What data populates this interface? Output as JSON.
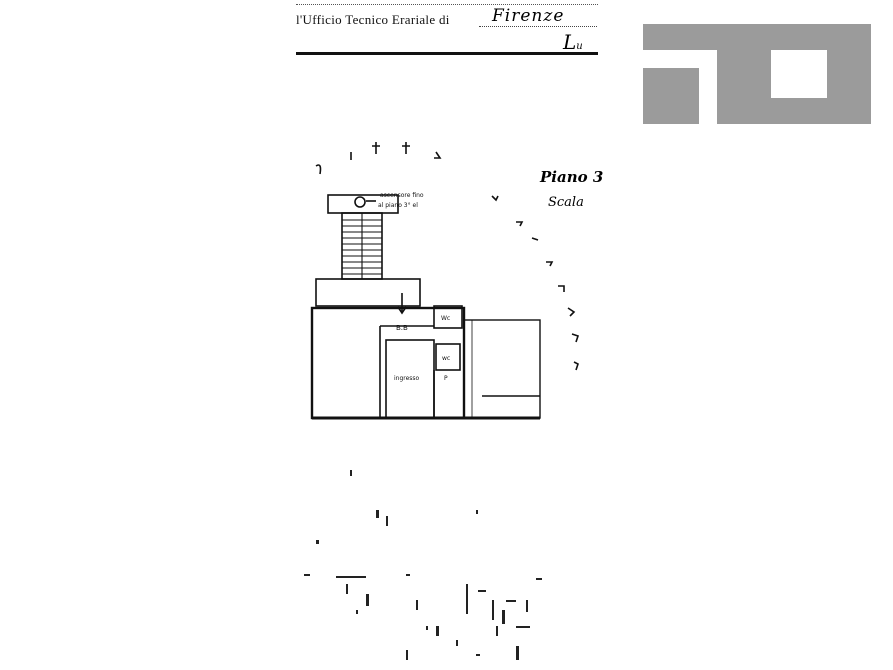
{
  "document": {
    "office_label": "l'Ufficio Tecnico Erariale di",
    "city_handwritten": "Firenze",
    "corner_mark": "L",
    "corner_mark_small": "u",
    "floor_label": "Piano 3",
    "scale_label": "Scala"
  },
  "plan": {
    "stair_note_line1": "ascensore fino",
    "stair_note_line2": "al piano 3° el",
    "room_bath": "B.B",
    "room_wc": "Wc",
    "room_small": "wc",
    "room_main": "ingresso",
    "room_letter": "P"
  },
  "logo": {
    "color": "#9b9b9b"
  }
}
